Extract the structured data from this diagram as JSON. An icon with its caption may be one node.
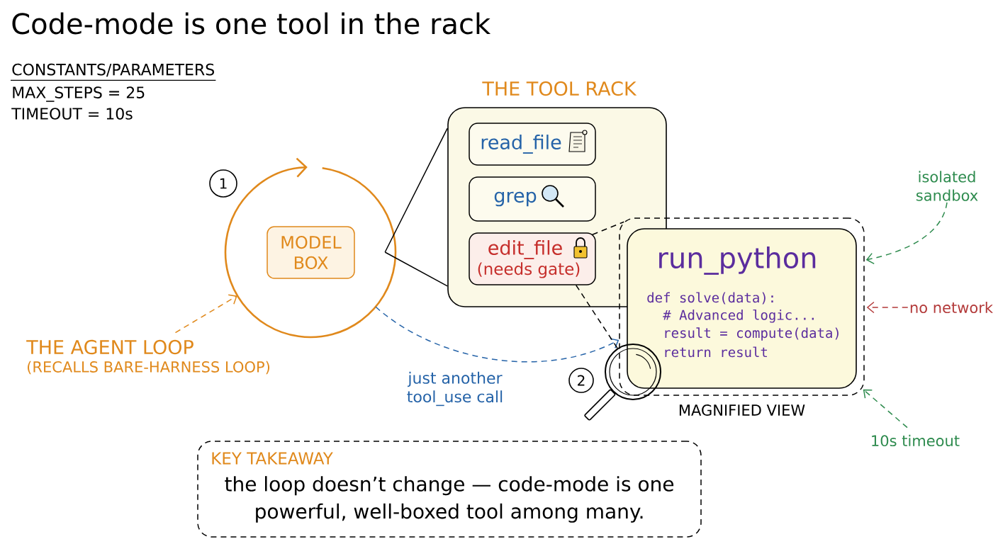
{
  "diagram": {
    "title": "Code-mode is one tool in the rack",
    "nodes": [
      {
        "text": [
          "1"
        ]
      },
      {
        "text": [],
        "shape": "circle"
      },
      {
        "text": [
          "MODEL BOX"
        ],
        "in": 1
      },
      {
        "text": [
          "THE TOOL RACK"
        ]
      },
      {
        "text": [
          "read_file"
        ],
        "in": 3
      },
      {
        "text": [
          "grep"
        ],
        "in": 3
      },
      {
        "text": [
          "edit_file",
          "(needs gate)"
        ],
        "in": 3
      },
      {
        "text": [
          "MAGNIFIED VIEW"
        ]
      },
      {
        "text": [
          "run_python",
          "def solve(data):",
          "# Advanced logic...",
          "result = compute(data)",
          "return result"
        ],
        "in": 7
      },
      {
        "text": [
          "isolated sandbox"
        ]
      },
      {
        "text": [
          "no network"
        ]
      },
      {
        "text": [
          "THE AGENT LOOP",
          "(RECALLS BARE-HARNESS LOOP)"
        ]
      },
      {
        "text": [
          "2"
        ]
      },
      {
        "text": [],
        "shape": "picture"
      },
      {
        "text": [
          "10s timeout"
        ]
      },
      {
        "text": [
          "KEY TAKEAWAY",
          "the loop doesn’t change — code-mode is one powerful, well-boxed tool among many."
        ]
      }
    ],
    "edges": [
      {
        "from": 1,
        "to": 3,
        "arrow": "none"
      },
      {
        "from": 11,
        "to": 1,
        "arrow": "to",
        "style": "dashed",
        "color": "#e0891c"
      },
      {
        "from": 1,
        "to": 7,
        "arrow": "to",
        "label": "just another tool_use call",
        "style": "dashed",
        "color": "#2563a8"
      },
      {
        "from": 6,
        "to": 7,
        "arrow": "none",
        "style": "dashed"
      },
      {
        "from": 6,
        "to": 13,
        "arrow": "none",
        "style": "dashed"
      },
      {
        "from": 9,
        "to": 7,
        "arrow": "to",
        "style": "dashed",
        "color": "#2e8b4e"
      },
      {
        "from": 10,
        "to": 7,
        "arrow": "to",
        "style": "dashed",
        "color": "#b33a3a"
      },
      {
        "from": 14,
        "to": 7,
        "arrow": "to",
        "style": "dashed",
        "color": "#2e8b4e"
      }
    ],
    "labels": [
      "CONSTANTS/PARAMETERS",
      "MAX_STEPS = 25",
      "TIMEOUT = 10s"
    ]
  }
}
